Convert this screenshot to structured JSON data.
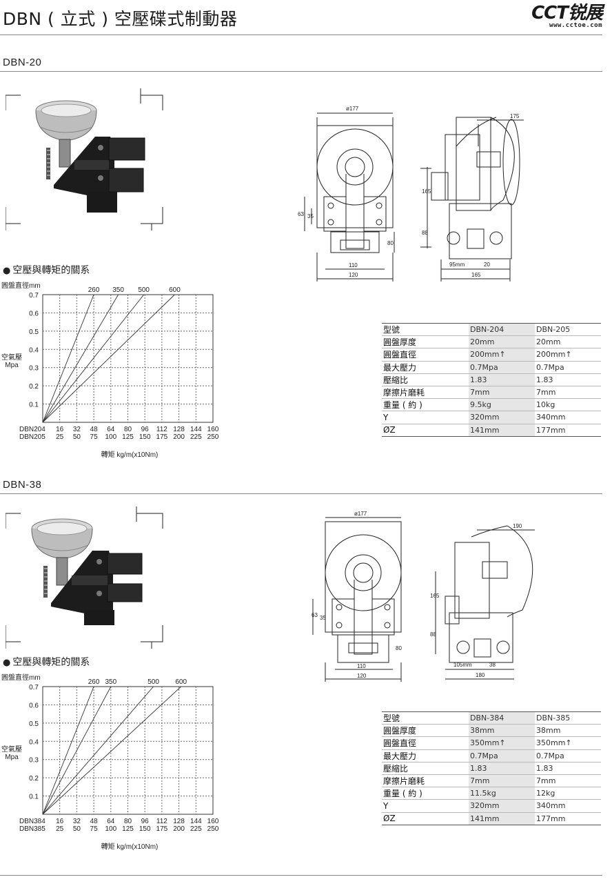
{
  "header": {
    "title": "DBN ( 立式 ) 空壓碟式制動器",
    "logo_text": "CCT锐展",
    "logo_url": "www.cctoe.com"
  },
  "sections": [
    {
      "label": "DBN-20",
      "graph_heading": "空壓與轉矩的關系",
      "dims": {
        "disc_dia": "ø177",
        "left_h1": "63",
        "left_h2": "35",
        "mid_h": "80",
        "w1": "110",
        "w2": "120",
        "top_w": "175",
        "h_tall": "165",
        "h_low": "88",
        "offset": "95mm",
        "small": "20",
        "base": "165"
      },
      "spec_table": {
        "rows": [
          {
            "label": "型號",
            "v1": "DBN-204",
            "v2": "DBN-205"
          },
          {
            "label": "圓盤厚度",
            "v1": "20mm",
            "v2": "20mm"
          },
          {
            "label": "圓盤直徑",
            "v1": "200mm↑",
            "v2": "200mm↑"
          },
          {
            "label": "最大壓力",
            "v1": "0.7Mpa",
            "v2": "0.7Mpa"
          },
          {
            "label": "壓縮比",
            "v1": "1.83",
            "v2": "1.83"
          },
          {
            "label": "摩擦片磨耗",
            "v1": "7mm",
            "v2": "7mm"
          },
          {
            "label": "重量 ( 約 )",
            "v1": "9.5kg",
            "v2": "10kg"
          },
          {
            "label": "Y",
            "v1": "320mm",
            "v2": "340mm"
          },
          {
            "label": "ØZ",
            "v1": "141mm",
            "v2": "177mm"
          }
        ]
      }
    },
    {
      "label": "DBN-38",
      "graph_heading": "空壓與轉矩的關系",
      "dims": {
        "disc_dia": "ø177",
        "left_h1": "63",
        "left_h2": "35",
        "mid_h": "80",
        "w1": "110",
        "w2": "120",
        "top_w": "190",
        "h_tall": "165",
        "h_low": "88",
        "offset": "105mm",
        "small": "38",
        "base": "180"
      },
      "spec_table": {
        "rows": [
          {
            "label": "型號",
            "v1": "DBN-384",
            "v2": "DBN-385"
          },
          {
            "label": "圓盤厚度",
            "v1": "38mm",
            "v2": "38mm"
          },
          {
            "label": "圓盤直徑",
            "v1": "350mm↑",
            "v2": "350mm↑"
          },
          {
            "label": "最大壓力",
            "v1": "0.7Mpa",
            "v2": "0.7Mpa"
          },
          {
            "label": "壓縮比",
            "v1": "1.83",
            "v2": "1.83"
          },
          {
            "label": "摩擦片磨耗",
            "v1": "7mm",
            "v2": "7mm"
          },
          {
            "label": "重量 ( 約 )",
            "v1": "11.5kg",
            "v2": "12kg"
          },
          {
            "label": "Y",
            "v1": "320mm",
            "v2": "340mm"
          },
          {
            "label": "ØZ",
            "v1": "141mm",
            "v2": "177mm"
          }
        ]
      }
    }
  ],
  "chart_data": [
    {
      "type": "line",
      "title": "",
      "ylabel": "空氣壓\nMpa",
      "xlabel": "轉矩 kg/m(x10Nm)",
      "top_axis_label": "圓盤直徑mm",
      "ylim": [
        0,
        0.7
      ],
      "yticks": [
        "0.7",
        "0.6",
        "0.5",
        "0.4",
        "0.3",
        "0.2",
        "0.1"
      ],
      "x_rows": [
        {
          "label": "DBN204",
          "ticks": [
            "16",
            "32",
            "48",
            "64",
            "80",
            "96",
            "112",
            "128",
            "144",
            "160"
          ]
        },
        {
          "label": "DBN205",
          "ticks": [
            "25",
            "50",
            "75",
            "100",
            "125",
            "150",
            "175",
            "200",
            "225",
            "250"
          ]
        }
      ],
      "grid": true,
      "series": [
        {
          "name": "260",
          "x_end": 48,
          "y_end": 0.7
        },
        {
          "name": "350",
          "x_end": 71,
          "y_end": 0.7
        },
        {
          "name": "500",
          "x_end": 95,
          "y_end": 0.7
        },
        {
          "name": "600",
          "x_end": 124,
          "y_end": 0.7
        }
      ]
    },
    {
      "type": "line",
      "title": "",
      "ylabel": "空氣壓\nMpa",
      "xlabel": "轉矩 kg/m(x10Nm)",
      "top_axis_label": "圓盤直徑mm",
      "ylim": [
        0,
        0.7
      ],
      "yticks": [
        "0.7",
        "0.6",
        "0.5",
        "0.4",
        "0.3",
        "0.2",
        "0.1"
      ],
      "x_rows": [
        {
          "label": "DBN384",
          "ticks": [
            "16",
            "32",
            "48",
            "64",
            "80",
            "96",
            "112",
            "128",
            "144",
            "160"
          ]
        },
        {
          "label": "DBN385",
          "ticks": [
            "25",
            "50",
            "75",
            "100",
            "125",
            "150",
            "175",
            "200",
            "225",
            "250"
          ]
        }
      ],
      "grid": true,
      "series": [
        {
          "name": "260",
          "x_end": 48,
          "y_end": 0.7
        },
        {
          "name": "350",
          "x_end": 64,
          "y_end": 0.7
        },
        {
          "name": "500",
          "x_end": 104,
          "y_end": 0.7
        },
        {
          "name": "600",
          "x_end": 130,
          "y_end": 0.7
        }
      ]
    }
  ]
}
